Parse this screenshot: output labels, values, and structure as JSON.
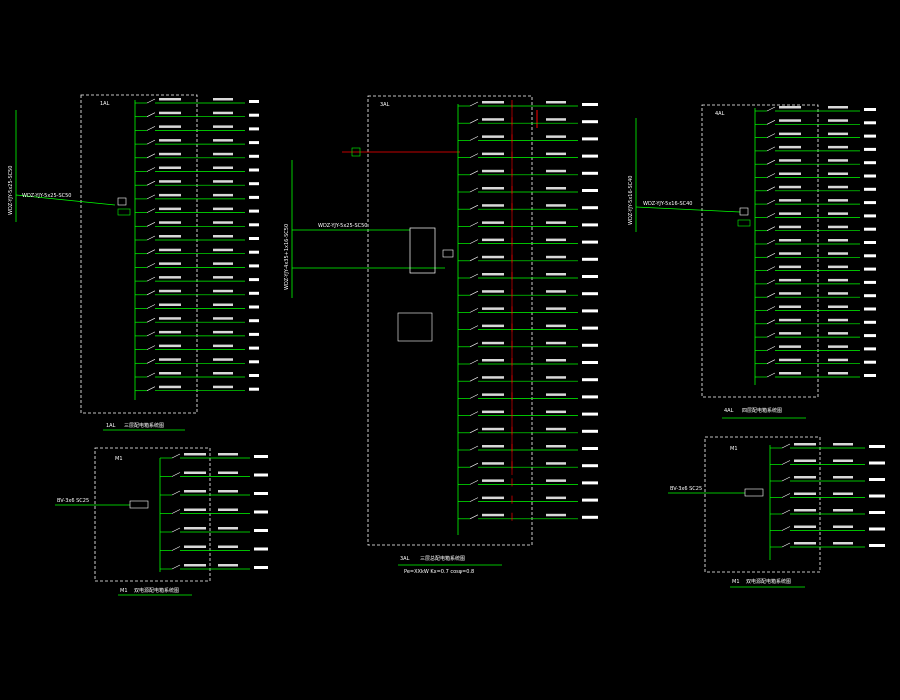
{
  "colors": {
    "background": "#000000",
    "bus_line": "#00ff00",
    "text": "#ffffff",
    "frame_dash": "#ffffff",
    "highlight": "#ff0000"
  },
  "panels": {
    "p1": {
      "frame_label": "1AL",
      "caption_tag": "1AL",
      "caption_text": "三层配电箱系统图",
      "feed_label": "WDZ-YJY-5x25-SC50",
      "incoming_label": "WDZ-YJY-5x25-SC50"
    },
    "p2": {
      "frame_label": "M1",
      "caption_tag": "M1",
      "caption_text": "双电源配电箱系统图",
      "incoming_label": "BV-3x6 SC25"
    },
    "p3": {
      "frame_label": "3AL",
      "caption_tag": "3AL",
      "caption_text": "三层总配电箱系统图",
      "caption_sub": "Pe=XXkW  Kx=0.7  cosφ=0.8",
      "feed_label": "WDZ-YJY-4x35+1x16-SC50",
      "incoming_label": "WDZ-YJY-5x25-SC50"
    },
    "p4": {
      "frame_label": "4AL",
      "caption_tag": "4AL",
      "caption_text": "四层配电箱系统图",
      "feed_label": "WDZ-YJY-5x16-SC40",
      "incoming_label": "WDZ-YJY-5x16-SC40"
    },
    "p5": {
      "frame_label": "M1",
      "caption_tag": "M1",
      "caption_text": "双电源配电箱系统图",
      "incoming_label": "BV-3x6 SC25"
    }
  }
}
